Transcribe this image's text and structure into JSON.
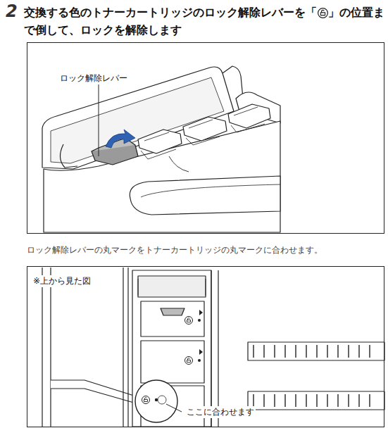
{
  "diagram": {
    "title": "交換する色のトナーカートリッジのロック解除レバーを「　」の位置まで倒して、ロックを解除します",
    "nodes": [
      {
        "text": [
          "ロック解除レバー"
        ]
      },
      {
        "text": [
          "※上から見た図",
          "ここに合わせます"
        ]
      }
    ],
    "labels": [
      "2",
      "ロック解除レバーの丸マークをトナーカートリッジの丸マークに合わせます。"
    ]
  }
}
